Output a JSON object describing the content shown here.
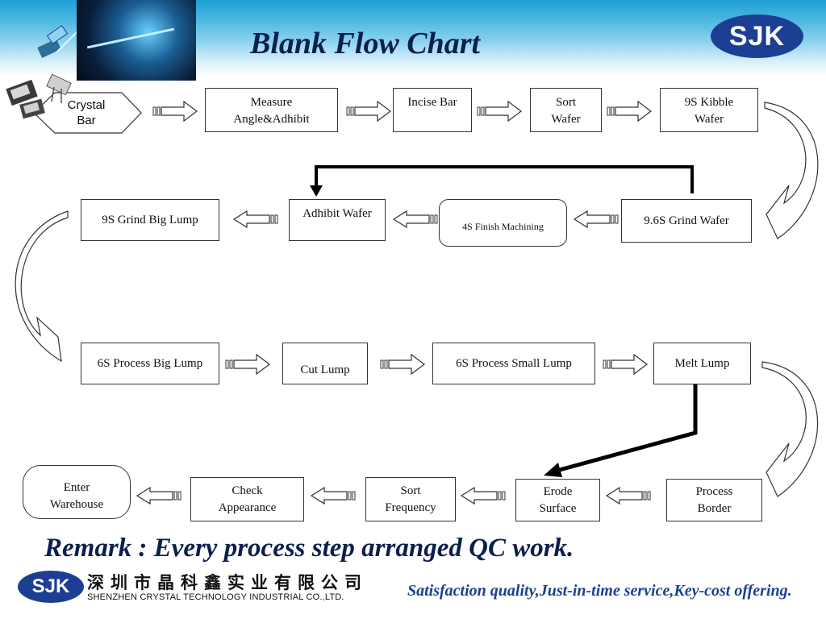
{
  "header": {
    "title": "Blank Flow Chart",
    "logo_text": "SJK",
    "photo": "crystal-oscillator-photo"
  },
  "flow": {
    "crystal_bar": "Crystal\nBar",
    "measure": "Measure\nAngle&Adhibit",
    "incise_bar": "Incise Bar",
    "sort_wafer": "Sort\nWafer",
    "kibble_wafer": "9S Kibble\nWafer",
    "grind_wafer": "9.6S Grind Wafer",
    "finish_machining": "4S Finish Machining",
    "adhibit_wafer": "Adhibit Wafer",
    "grind_big_lump": "9S Grind Big Lump",
    "process_big_lump": "6S Process Big Lump",
    "cut_lump": "Cut Lump",
    "process_small_lump": "6S Process Small Lump",
    "melt_lump": "Melt Lump",
    "process_border": "Process\nBorder",
    "erode_surface": "Erode\nSurface",
    "sort_frequency": "Sort\nFrequency",
    "check_appearance": "Check\nAppearance",
    "enter_warehouse": "Enter\nWarehouse"
  },
  "remark": "Remark : Every process step arranged QC work.",
  "footer": {
    "logo_text": "SJK",
    "company_cn": "深圳市晶科鑫实业有限公司",
    "company_en": "SHENZHEN CRYSTAL TECHNOLOGY INDUSTRIAL CO.,LTD.",
    "slogan": "Satisfaction quality,Just-in-time service,Key-cost offering."
  },
  "colors": {
    "title": "#0b1f4e",
    "brand": "#1c3f93",
    "banner": "#49b6e0"
  }
}
